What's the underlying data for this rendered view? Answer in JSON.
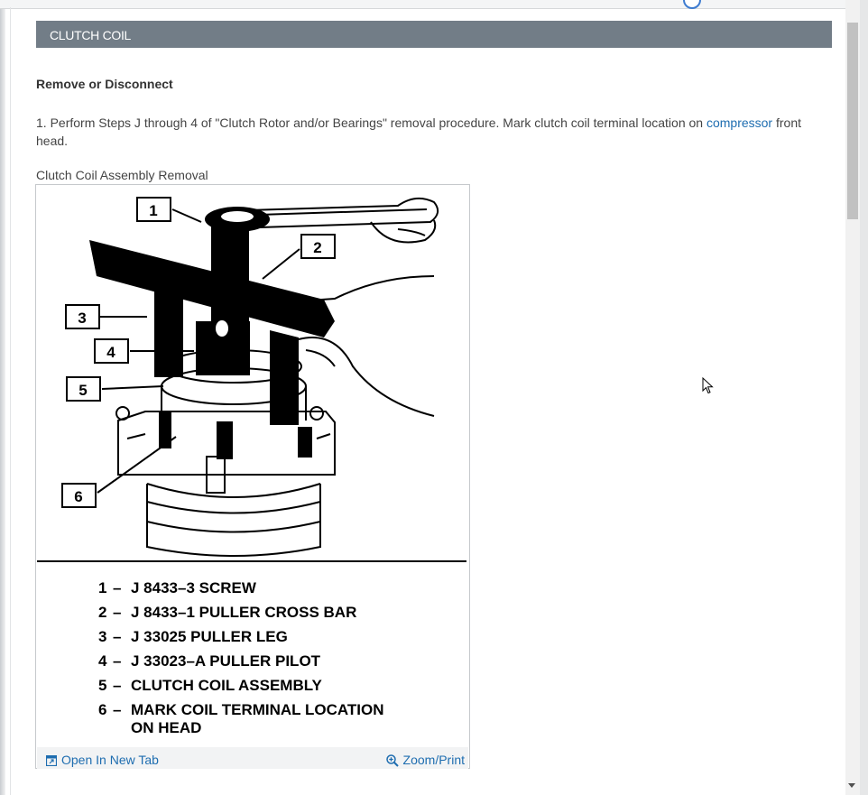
{
  "section": {
    "title": "CLUTCH COIL"
  },
  "step_heading": "Remove or Disconnect",
  "step": {
    "prefix": " 1. Perform Steps J through 4 of \"Clutch Rotor and/or Bearings\" removal procedure. Mark clutch coil terminal location on ",
    "link": "compressor",
    "suffix": " front head."
  },
  "figure": {
    "caption": "Clutch Coil Assembly Removal",
    "callouts": [
      "1",
      "2",
      "3",
      "4",
      "5",
      "6"
    ],
    "legend": [
      {
        "num": "1",
        "text": "J 8433–3 SCREW"
      },
      {
        "num": "2",
        "text": "J 8433–1 PULLER CROSS BAR"
      },
      {
        "num": "3",
        "text": "J 33025 PULLER LEG"
      },
      {
        "num": "4",
        "text": "J 33023–A PULLER PILOT"
      },
      {
        "num": "5",
        "text": "CLUTCH COIL ASSEMBLY"
      },
      {
        "num": "6",
        "text": "MARK COIL TERMINAL LOCATION",
        "text2": "ON HEAD"
      }
    ],
    "dash": "–",
    "open_new_tab": "Open In New Tab",
    "zoom_print": "Zoom/Print"
  },
  "colors": {
    "header_bg": "#727d87",
    "link": "#1e6db0"
  }
}
